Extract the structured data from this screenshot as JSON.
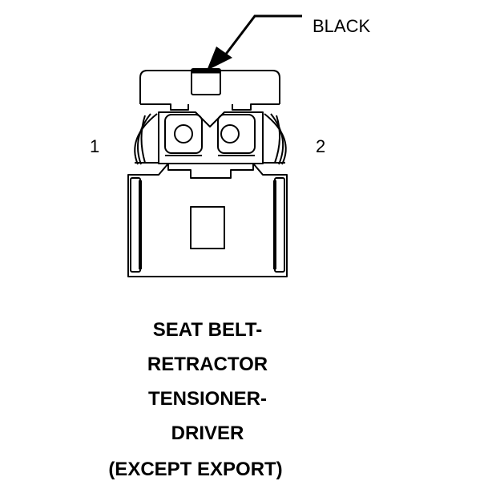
{
  "callout_label": "BLACK",
  "pin_labels": {
    "left": "1",
    "right": "2"
  },
  "caption_lines": [
    "SEAT BELT-",
    "RETRACTOR",
    "TENSIONER-",
    "DRIVER",
    "(EXCEPT EXPORT)"
  ],
  "colors": {
    "line": "#000000",
    "background": "#ffffff"
  }
}
